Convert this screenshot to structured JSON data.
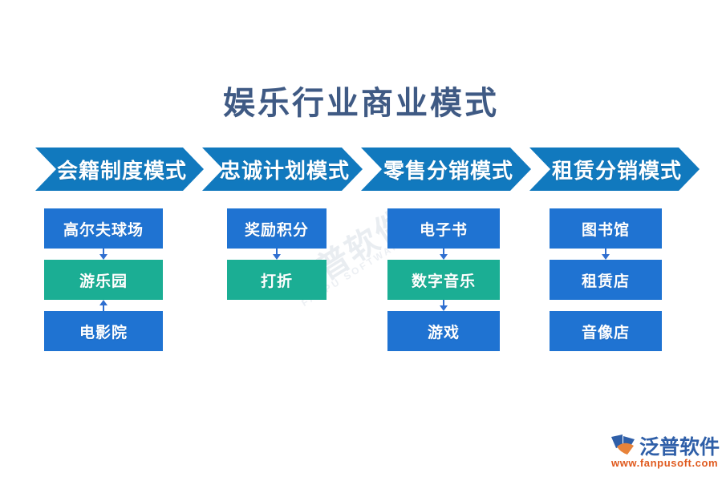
{
  "page": {
    "title": "娱乐行业商业模式",
    "background_color": "#ffffff",
    "title_color": "#3f5a84"
  },
  "colors": {
    "chevron_blue": "#1179be",
    "box_blue": "#1f73d2",
    "box_teal": "#1bae94",
    "arrow_blue": "#2f6fd0",
    "logo_blue": "#2f5fa8",
    "logo_orange": "#e05a1e",
    "watermark_gray": "#b9c4d4"
  },
  "chevrons": [
    {
      "label": "会籍制度模式",
      "color": "#1179be"
    },
    {
      "label": "忠诚计划模式",
      "color": "#1179be"
    },
    {
      "label": "零售分销模式",
      "color": "#1179be"
    },
    {
      "label": "租赁分销模式",
      "color": "#1179be"
    }
  ],
  "columns": [
    {
      "name": "会籍制度模式",
      "nodes": [
        {
          "label": "高尔夫球场",
          "color": "#1f73d2"
        },
        {
          "label": "游乐园",
          "color": "#1bae94"
        },
        {
          "label": "电影院",
          "color": "#1f73d2"
        }
      ],
      "connectors": [
        {
          "from": 0,
          "to": 1,
          "direction": "down"
        },
        {
          "from": 2,
          "to": 1,
          "direction": "up"
        }
      ]
    },
    {
      "name": "忠诚计划模式",
      "nodes": [
        {
          "label": "奖励积分",
          "color": "#1f73d2"
        },
        {
          "label": "打折",
          "color": "#1bae94"
        }
      ],
      "connectors": [
        {
          "from": 0,
          "to": 1,
          "direction": "down"
        }
      ]
    },
    {
      "name": "零售分销模式",
      "nodes": [
        {
          "label": "电子书",
          "color": "#1f73d2"
        },
        {
          "label": "数字音乐",
          "color": "#1bae94"
        },
        {
          "label": "游戏",
          "color": "#1f73d2"
        }
      ],
      "connectors": [
        {
          "from": 0,
          "to": 1,
          "direction": "down"
        },
        {
          "from": 1,
          "to": 2,
          "direction": "down"
        }
      ]
    },
    {
      "name": "租赁分销模式",
      "nodes": [
        {
          "label": "图书馆",
          "color": "#1f73d2"
        },
        {
          "label": "租赁店",
          "color": "#1f73d2"
        },
        {
          "label": "音像店",
          "color": "#1f73d2"
        }
      ],
      "connectors": [
        {
          "from": 0,
          "to": 1,
          "direction": "down"
        }
      ]
    }
  ],
  "watermark": {
    "text_cn": "泛普软件",
    "text_en": "FANPU SOFTWARE"
  },
  "footer_logo": {
    "name": "泛普软件",
    "url": "www.fanpusoft.com"
  }
}
